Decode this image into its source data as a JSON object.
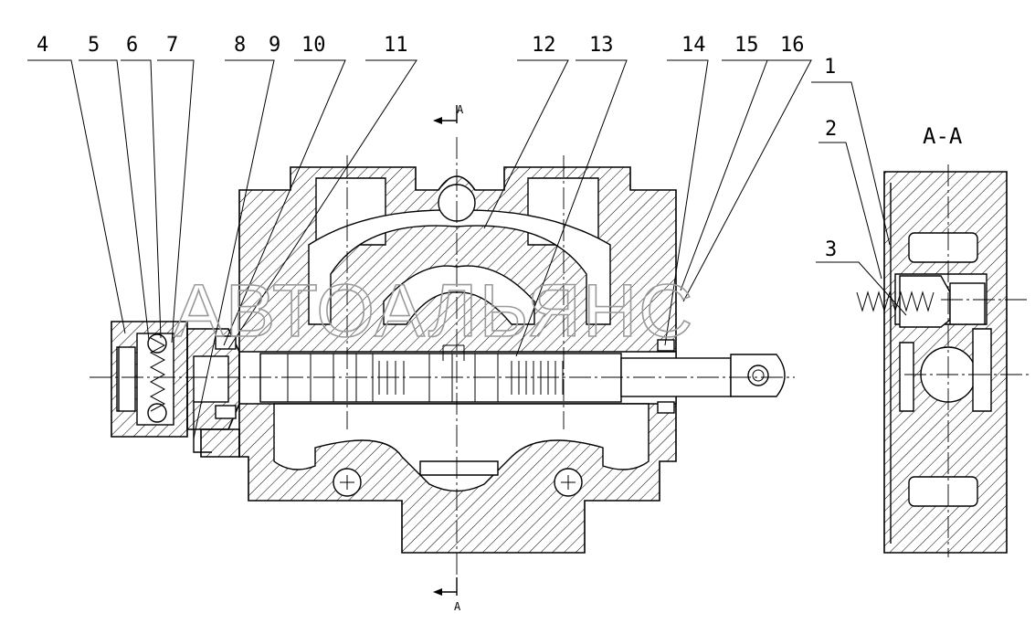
{
  "callouts": {
    "n1": "1",
    "n2": "2",
    "n3": "3",
    "n4": "4",
    "n5": "5",
    "n6": "6",
    "n7": "7",
    "n8": "8",
    "n9": "9",
    "n10": "10",
    "n11": "11",
    "n12": "12",
    "n13": "13",
    "n14": "14",
    "n15": "15",
    "n16": "16"
  },
  "section": {
    "title": "A-A",
    "marker_top": "A",
    "marker_bottom": "A"
  },
  "watermark": "АВТОАЛЬЯНС"
}
